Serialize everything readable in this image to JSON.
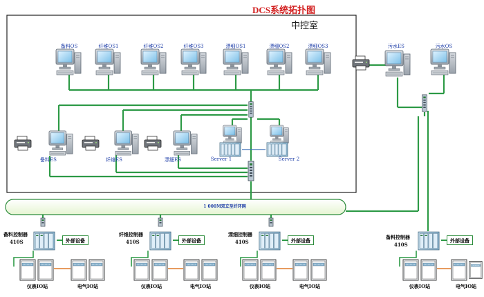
{
  "title": "DCS系统拓扑图",
  "control_room_label": "中控室",
  "operator_stations": [
    {
      "label": "备料OS"
    },
    {
      "label": "纤维OS1"
    },
    {
      "label": "纤维OS2"
    },
    {
      "label": "纤维OS3"
    },
    {
      "label": "漂细OS1"
    },
    {
      "label": "漂细OS2"
    },
    {
      "label": "漂细OS3"
    }
  ],
  "remote_stations": [
    {
      "label": "污水ES"
    },
    {
      "label": "污水OS"
    }
  ],
  "engineering_stations": [
    {
      "label": "备料ES"
    },
    {
      "label": "纤维ES"
    },
    {
      "label": "漂细ES"
    }
  ],
  "servers": [
    {
      "label": "Server 1"
    },
    {
      "label": "Server 2"
    }
  ],
  "ring_label": "1 000M双立至纤环网",
  "controllers": [
    {
      "name": "备料控制器",
      "model": "410S"
    },
    {
      "name": "纤维控制器",
      "model": "410S"
    },
    {
      "name": "漂细控制器",
      "model": "410S"
    },
    {
      "name": "备料控制器",
      "model": "410S"
    }
  ],
  "external_device_label": "外部设备",
  "io_labels": {
    "instrument": "仪表IO站",
    "electrical": "电气IO站"
  },
  "colors": {
    "network_line": "#2d9a46",
    "io_link": "#e07a2a",
    "title": "#d21e1e",
    "label": "#1e3ea8",
    "ring_fill": "#f3fbe4",
    "ring_border": "#2d8c3c"
  }
}
